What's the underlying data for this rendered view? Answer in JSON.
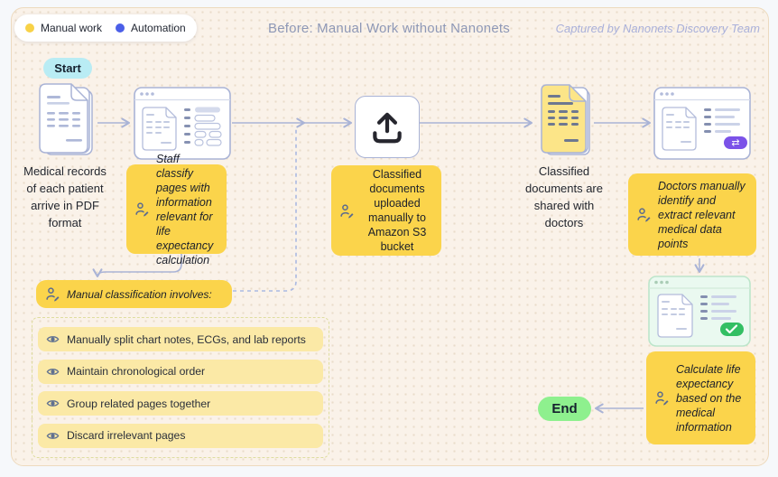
{
  "header": {
    "title": "Before: Manual Work without Nanonets",
    "watermark": "Captured by Nanonets Discovery Team"
  },
  "legend": {
    "items": [
      {
        "label": "Manual work",
        "color": "#F8D247"
      },
      {
        "label": "Automation",
        "color": "#4B5FE8"
      }
    ]
  },
  "flow": {
    "start_label": "Start",
    "end_label": "End"
  },
  "nodes": {
    "medical_records": "Medical records of each patient arrive in PDF format",
    "shared_with_doctors": "Classified documents are shared with doctors"
  },
  "notes": {
    "staff_classify": "Staff classify pages with information relevant for life expectancy calculation",
    "upload_s3": "Classified documents uploaded manually to Amazon S3 bucket",
    "doctors_extract": "Doctors manually identify and extract relevant medical data points",
    "calculate": "Calculate life expectancy based on the medical information",
    "classification_header": "Manual classification involves:"
  },
  "checklist": {
    "items": [
      "Manually split chart notes, ECGs, and lab reports",
      "Maintain chronological order",
      "Group related pages together",
      "Discard irrelevant pages"
    ]
  },
  "colors": {
    "canvas-bg": "#FAF2E9",
    "canvas-border": "#EDDABE",
    "wire": "#A9B3D6",
    "note-yellow": "#FBD44B",
    "list-item-yellow": "#FBE9A6",
    "list-border": "#DEDD9F",
    "manual-dot": "#F8D247",
    "automation-dot": "#4B5FE8",
    "start-bg": "#B9ECF4",
    "end-bg": "#8EF08E",
    "purple-button": "#7B52E8",
    "check-green": "#33BF63",
    "title-color": "#8E98B6",
    "watermark-color": "#A9B0DA",
    "ink": "#1B1F2A",
    "label-ink": "#23272F",
    "icon-ink": "#5B6B8E"
  }
}
